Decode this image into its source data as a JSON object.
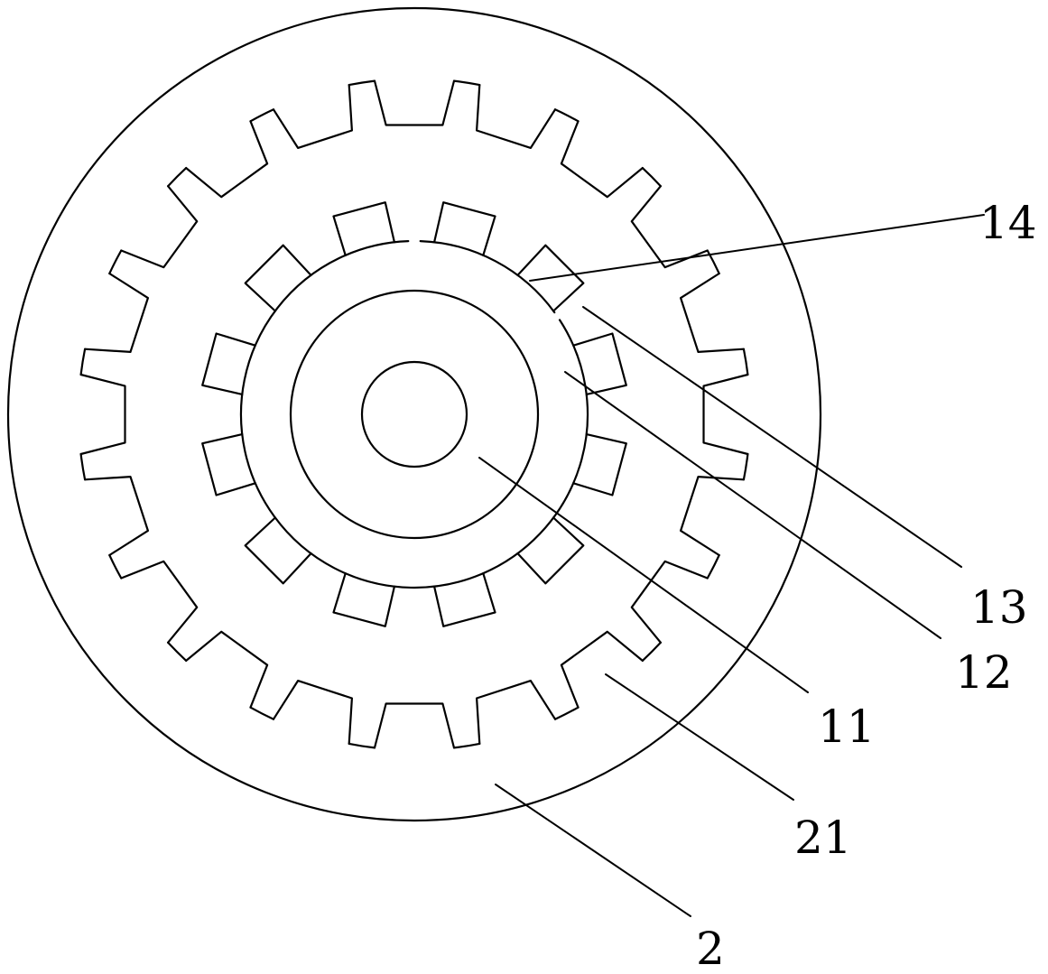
{
  "diagram": {
    "labels": {
      "l14": "14",
      "l13": "13",
      "l12": "12",
      "l11": "11",
      "l21": "21",
      "l2": "2"
    },
    "structure": {
      "outer_ring_teeth": 20,
      "inner_gear_teeth": 12
    }
  }
}
